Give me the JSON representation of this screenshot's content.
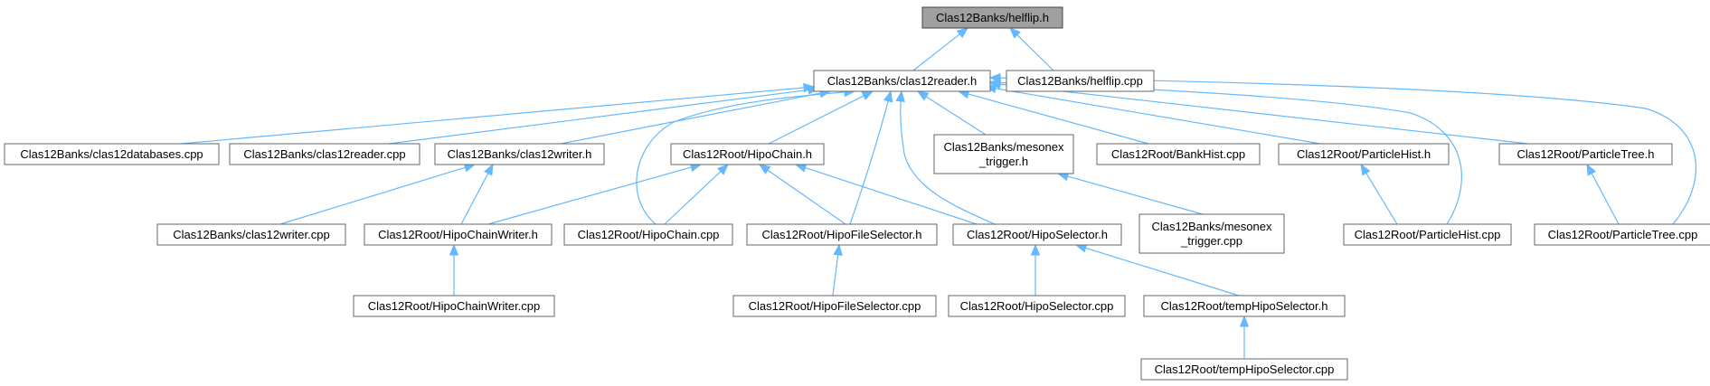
{
  "diagram": {
    "nodes": [
      {
        "id": "helflip_h",
        "lines": [
          "Clas12Banks/helflip.h"
        ],
        "root": true
      },
      {
        "id": "clas12reader_h",
        "lines": [
          "Clas12Banks/clas12reader.h"
        ]
      },
      {
        "id": "helflip_cpp",
        "lines": [
          "Clas12Banks/helflip.cpp"
        ]
      },
      {
        "id": "clas12databases_cpp",
        "lines": [
          "Clas12Banks/clas12databases.cpp"
        ]
      },
      {
        "id": "clas12reader_cpp",
        "lines": [
          "Clas12Banks/clas12reader.cpp"
        ]
      },
      {
        "id": "clas12writer_h",
        "lines": [
          "Clas12Banks/clas12writer.h"
        ]
      },
      {
        "id": "hipochain_h",
        "lines": [
          "Clas12Root/HipoChain.h"
        ]
      },
      {
        "id": "mesonex_trigger_h",
        "lines": [
          "Clas12Banks/mesonex",
          "_trigger.h"
        ]
      },
      {
        "id": "bankhist_cpp",
        "lines": [
          "Clas12Root/BankHist.cpp"
        ]
      },
      {
        "id": "particlehist_h",
        "lines": [
          "Clas12Root/ParticleHist.h"
        ]
      },
      {
        "id": "particletree_h",
        "lines": [
          "Clas12Root/ParticleTree.h"
        ]
      },
      {
        "id": "clas12writer_cpp",
        "lines": [
          "Clas12Banks/clas12writer.cpp"
        ]
      },
      {
        "id": "hipochainwriter_h",
        "lines": [
          "Clas12Root/HipoChainWriter.h"
        ]
      },
      {
        "id": "hipochain_cpp",
        "lines": [
          "Clas12Root/HipoChain.cpp"
        ]
      },
      {
        "id": "hipofileselector_h",
        "lines": [
          "Clas12Root/HipoFileSelector.h"
        ]
      },
      {
        "id": "hiposelector_h",
        "lines": [
          "Clas12Root/HipoSelector.h"
        ]
      },
      {
        "id": "mesonex_trigger_cpp",
        "lines": [
          "Clas12Banks/mesonex",
          "_trigger.cpp"
        ]
      },
      {
        "id": "particlehist_cpp",
        "lines": [
          "Clas12Root/ParticleHist.cpp"
        ]
      },
      {
        "id": "particletree_cpp",
        "lines": [
          "Clas12Root/ParticleTree.cpp"
        ]
      },
      {
        "id": "hipochainwriter_cpp",
        "lines": [
          "Clas12Root/HipoChainWriter.cpp"
        ]
      },
      {
        "id": "hipofileselector_cpp",
        "lines": [
          "Clas12Root/HipoFileSelector.cpp"
        ]
      },
      {
        "id": "hiposelector_cpp",
        "lines": [
          "Clas12Root/HipoSelector.cpp"
        ]
      },
      {
        "id": "temphiposelector_h",
        "lines": [
          "Clas12Root/tempHipoSelector.h"
        ]
      },
      {
        "id": "temphiposelector_cpp",
        "lines": [
          "Clas12Root/tempHipoSelector.cpp"
        ]
      }
    ],
    "edges": [
      {
        "from": "clas12reader_h",
        "to": "helflip_h"
      },
      {
        "from": "helflip_cpp",
        "to": "helflip_h"
      },
      {
        "from": "clas12databases_cpp",
        "to": "clas12reader_h"
      },
      {
        "from": "clas12reader_cpp",
        "to": "clas12reader_h"
      },
      {
        "from": "clas12writer_h",
        "to": "clas12reader_h"
      },
      {
        "from": "hipochain_h",
        "to": "clas12reader_h"
      },
      {
        "from": "mesonex_trigger_h",
        "to": "clas12reader_h"
      },
      {
        "from": "bankhist_cpp",
        "to": "clas12reader_h"
      },
      {
        "from": "particlehist_h",
        "to": "clas12reader_h"
      },
      {
        "from": "particletree_h",
        "to": "clas12reader_h"
      },
      {
        "from": "hipochain_cpp",
        "to": "clas12reader_h"
      },
      {
        "from": "hipofileselector_h",
        "to": "clas12reader_h"
      },
      {
        "from": "hiposelector_h",
        "to": "clas12reader_h"
      },
      {
        "from": "particlehist_cpp",
        "to": "clas12reader_h"
      },
      {
        "from": "particletree_cpp",
        "to": "clas12reader_h"
      },
      {
        "from": "clas12writer_cpp",
        "to": "clas12writer_h"
      },
      {
        "from": "hipochainwriter_h",
        "to": "clas12writer_h"
      },
      {
        "from": "hipochainwriter_h",
        "to": "hipochain_h"
      },
      {
        "from": "hipochain_cpp",
        "to": "hipochain_h"
      },
      {
        "from": "hipofileselector_h",
        "to": "hipochain_h"
      },
      {
        "from": "hiposelector_h",
        "to": "hipochain_h"
      },
      {
        "from": "mesonex_trigger_cpp",
        "to": "mesonex_trigger_h"
      },
      {
        "from": "particlehist_cpp",
        "to": "particlehist_h"
      },
      {
        "from": "particletree_cpp",
        "to": "particletree_h"
      },
      {
        "from": "hipochainwriter_cpp",
        "to": "hipochainwriter_h"
      },
      {
        "from": "hipofileselector_cpp",
        "to": "hipofileselector_h"
      },
      {
        "from": "hiposelector_cpp",
        "to": "hiposelector_h"
      },
      {
        "from": "temphiposelector_h",
        "to": "hiposelector_h"
      },
      {
        "from": "temphiposelector_cpp",
        "to": "temphiposelector_h"
      }
    ],
    "colors": {
      "edge": "#63b8ff",
      "node_border": "#666666",
      "root_fill": "#a0a0a0",
      "node_fill": "#ffffff"
    }
  }
}
